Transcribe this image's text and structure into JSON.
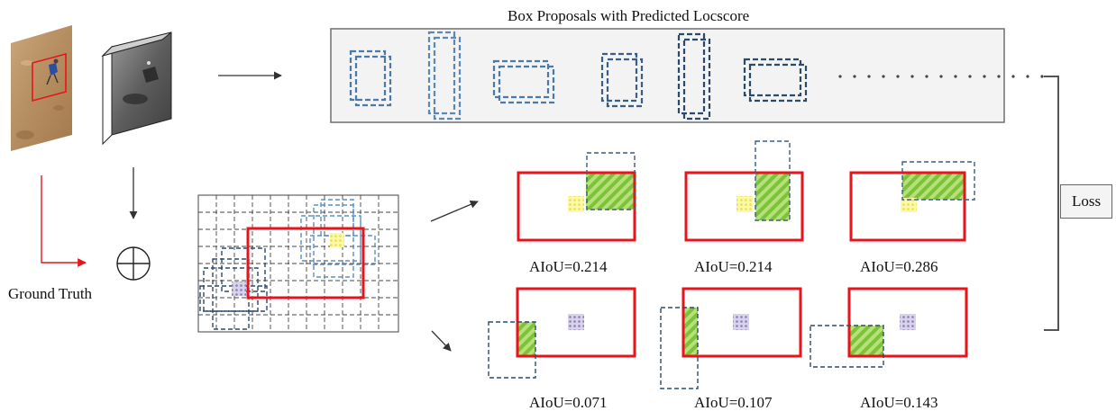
{
  "diagram": {
    "title": "Box Proposals with Predicted Locscore",
    "ground_truth_label": "Ground Truth",
    "loss_label": "Loss",
    "examples": [
      {
        "label": "AIoU=0.214"
      },
      {
        "label": "AIoU=0.214"
      },
      {
        "label": "AIoU=0.286"
      },
      {
        "label": "AIoU=0.071"
      },
      {
        "label": "AIoU=0.107"
      },
      {
        "label": "AIoU=0.143"
      }
    ],
    "colors": {
      "ground_truth_box": "#e8141b",
      "proposal_box": "#4a7aaa",
      "proposal_box_dark": "#2b4a6b",
      "overlap_fill": "#8ccf3c",
      "gt_center_marker": "#9b8fc0",
      "proposal_center_marker": "#f2ee70",
      "panel_background": "#f3f3f3",
      "arrow": "#333333"
    },
    "icons": [
      "input-image-thumbnail",
      "feature-map-thumbnail",
      "circle-plus-icon"
    ]
  }
}
